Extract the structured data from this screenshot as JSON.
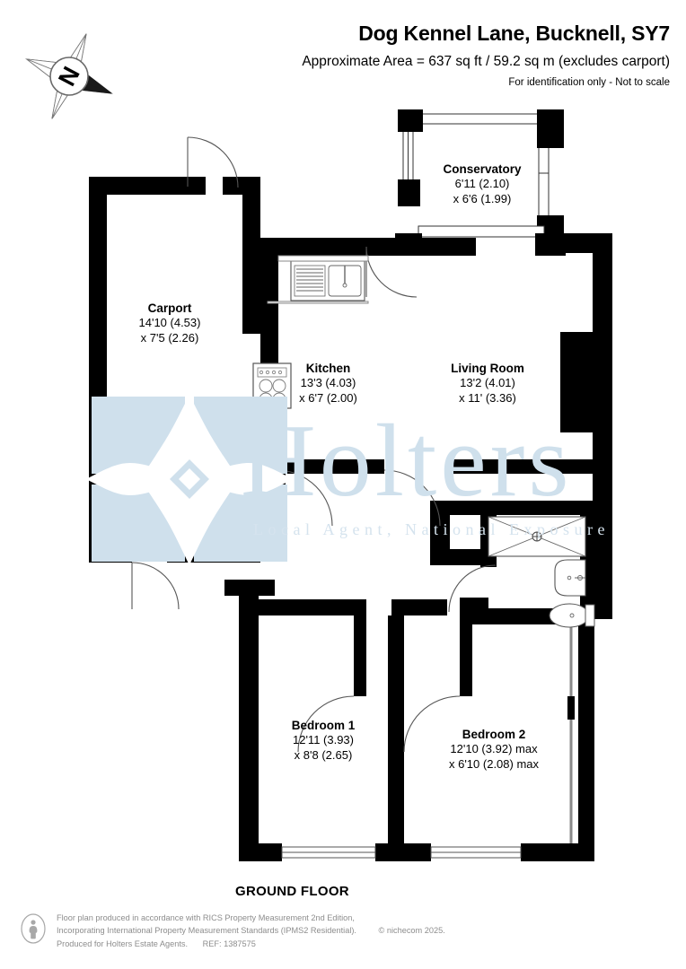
{
  "header": {
    "title": "Dog Kennel Lane, Bucknell, SY7",
    "subtitle": "Approximate Area = 637 sq ft / 59.2 sq m (excludes carport)",
    "notice": "For identification only - Not to scale"
  },
  "compass": {
    "label": "N",
    "icon": "compass-rose-icon"
  },
  "watermark": {
    "brand": "Holters",
    "tagline": "Local Agent, National Exposure",
    "color": "#cfe0ec"
  },
  "floor_caption": "GROUND FLOOR",
  "rooms": [
    {
      "id": "carport",
      "name": "Carport",
      "dim_imperial": "14'10 (4.53)",
      "dim_metric": "x 7'5 (2.26)"
    },
    {
      "id": "conservatory",
      "name": "Conservatory",
      "dim_imperial": "6'11 (2.10)",
      "dim_metric": "x 6'6 (1.99)"
    },
    {
      "id": "kitchen",
      "name": "Kitchen",
      "dim_imperial": "13'3 (4.03)",
      "dim_metric": "x 6'7 (2.00)"
    },
    {
      "id": "living-room",
      "name": "Living Room",
      "dim_imperial": "13'2 (4.01)",
      "dim_metric": "x 11' (3.36)"
    },
    {
      "id": "bedroom-1",
      "name": "Bedroom 1",
      "dim_imperial": "12'11 (3.93)",
      "dim_metric": "x 8'8 (2.65)"
    },
    {
      "id": "bedroom-2",
      "name": "Bedroom 2",
      "dim_imperial": "12'10 (3.92) max",
      "dim_metric": "x 6'10 (2.08) max"
    }
  ],
  "fixtures": [
    {
      "id": "kitchen-sink",
      "name": "sink-icon"
    },
    {
      "id": "kitchen-hob",
      "name": "oven-hob-icon"
    },
    {
      "id": "bath",
      "name": "bath-icon"
    },
    {
      "id": "wash-basin",
      "name": "wash-basin-icon"
    },
    {
      "id": "toilet",
      "name": "toilet-icon"
    }
  ],
  "footer": {
    "line1": "Floor plan produced in accordance with RICS Property Measurement 2nd Edition,",
    "line2": "Incorporating International Property Measurement Standards (IPMS2 Residential).",
    "copyright": "© nichecom 2025.",
    "line3": "Produced for Holters Estate Agents.",
    "ref": "REF: 1387575",
    "icon": "info-person-icon"
  }
}
